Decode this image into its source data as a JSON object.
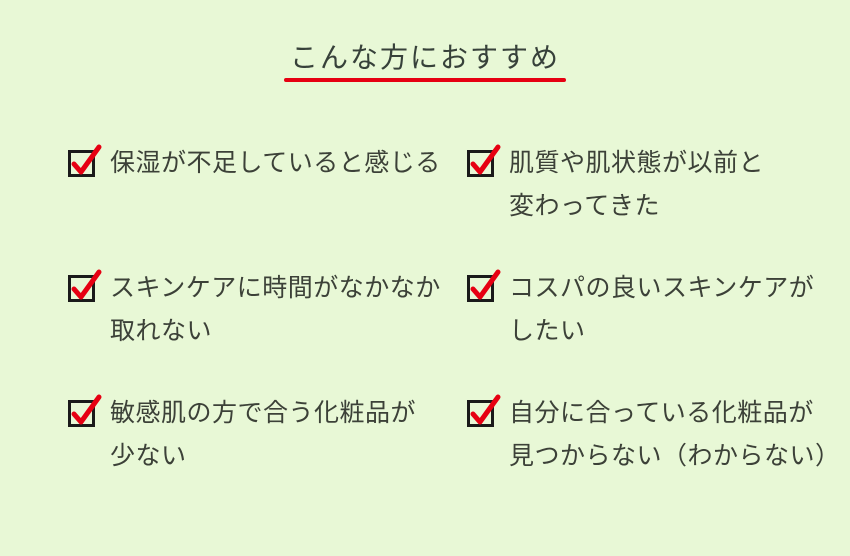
{
  "title": {
    "text": "こんな方におすすめ"
  },
  "checklist": {
    "columns": [
      {
        "items": [
          {
            "text": "保湿が不足していると感じる"
          },
          {
            "text": "スキンケアに時間がなかなか\n取れない"
          },
          {
            "text": "敏感肌の方で合う化粧品が\n少ない"
          }
        ]
      },
      {
        "items": [
          {
            "text": "肌質や肌状態が以前と\n変わってきた"
          },
          {
            "text": "コスパの良いスキンケアが\nしたい"
          },
          {
            "text": "自分に合っている化粧品が\n見つからない（わからない）"
          }
        ]
      }
    ]
  },
  "colors": {
    "background": "#e8f8d6",
    "accent_red": "#e60012",
    "text": "#3c4138",
    "title_text": "#37413a",
    "checkbox_border": "#1a1a1a"
  }
}
